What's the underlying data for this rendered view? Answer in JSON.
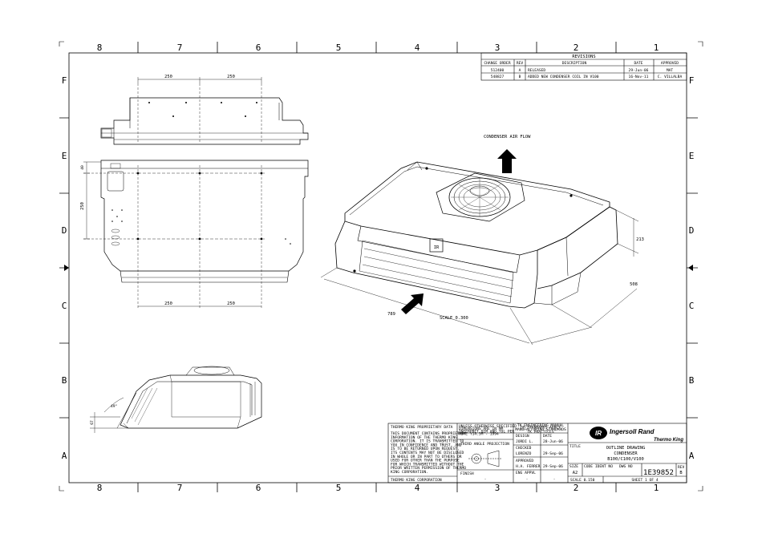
{
  "zones": {
    "columns": [
      "8",
      "7",
      "6",
      "5",
      "4",
      "3",
      "2",
      "1"
    ],
    "rows": [
      "F",
      "E",
      "D",
      "C",
      "B",
      "A"
    ]
  },
  "revisions": {
    "title": "REVISIONS",
    "headers": [
      "CHANGE ORDER",
      "REV",
      "DESCRIPTION",
      "DATE",
      "APPROVED"
    ],
    "rows": [
      [
        "512400",
        "A",
        "RELEASED",
        "29-Jun-06",
        "MAT"
      ],
      [
        "548827",
        "B",
        "ADDED NEW CONDENSER COIL IN V100",
        "16-Nov-11",
        "C. VILLALBA"
      ]
    ]
  },
  "views": {
    "top_dim_left": "250",
    "top_dim_right": "250",
    "bottom_dim_left": "250",
    "bottom_dim_right": "250",
    "side_dim_top": "40",
    "side_dim_mid": "250",
    "airflow_label": "CONDENSER AIR FLOW",
    "scale_label": "SCALE 0.300",
    "iso_dim_length": "789",
    "iso_dim_depth": "508",
    "iso_dim_height": "213",
    "side_dim_height": "67",
    "side_dim_angle": "49°"
  },
  "title_block": {
    "proprietary_title": "THERMO KING PROPRIETARY DATA",
    "proprietary_text": [
      "THIS DOCUMENT CONTAINS PROPRIETARY",
      "INFORMATION OF THE THERMO KING",
      "CORPORATION. IT IS TRANSMITTED TO",
      "YOU IN CONFIDENCE AND TRUST, AND",
      "IS TO BE RETURNED UPON REQUEST.",
      "ITS CONTENTS MAY NOT BE DISCLOSED",
      "IN WHOLE OR IN PART TO OTHERS OR",
      "USED FOR OTHER THAN THE PURPOSE",
      "FOR WHICH TRANSMITTED WITHOUT THE",
      "PRIOR WRITTEN PERMISSION OF THERMO",
      "KING CORPORATION."
    ],
    "proprietary_footer": "THERMO KING CORPORATION",
    "unless_text": [
      "UNLESS OTHERWISE SPECIFIED",
      "DIMENSIONS ARE IN MM",
      "INTERPRET DIM AND TOL PER",
      "ASME Y14.5M - 1994"
    ],
    "standards_text": [
      "TK ENGINEERING MANUAL",
      "OF STANDARDS APPLY",
      "MANUFACTURING STANDARDS",
      "TK PRACTICES"
    ],
    "projection_label": "THIRD ANGLE PROJECTION",
    "finish_label": "FINISH",
    "finish_value": "-",
    "drawn_label": "DESIGN",
    "drawn_name": "JORDI L.",
    "drawn_date": "28-Jun-06",
    "date_label": "DATE",
    "checked_label": "CHECKED",
    "checked_name": "LORENZO",
    "checked_date": "29-Sep-06",
    "approved_label": "APPROVED",
    "approved_name": "H.A. FERRER",
    "approved_date": "29-Sep-06",
    "eng_label": "ENG APPVL",
    "eng_name": "-",
    "eng_date": "-",
    "logo_main": "Ingersoll Rand",
    "logo_sub": "Thermo King",
    "title_label": "TITLE",
    "title_lines": [
      "OUTLINE DRAWING",
      "CONDENSER",
      "B100/C100/V100"
    ],
    "size_label": "SIZE",
    "size_value": "A2",
    "code_label": "CODE IDENT NO",
    "dwg_label": "DWG NO",
    "dwg_number": "1E39852",
    "rev_label": "REV",
    "rev_value": "B",
    "scale_text": "SCALE 0.150",
    "sheet_text": "SHEET 1 OF 4"
  }
}
